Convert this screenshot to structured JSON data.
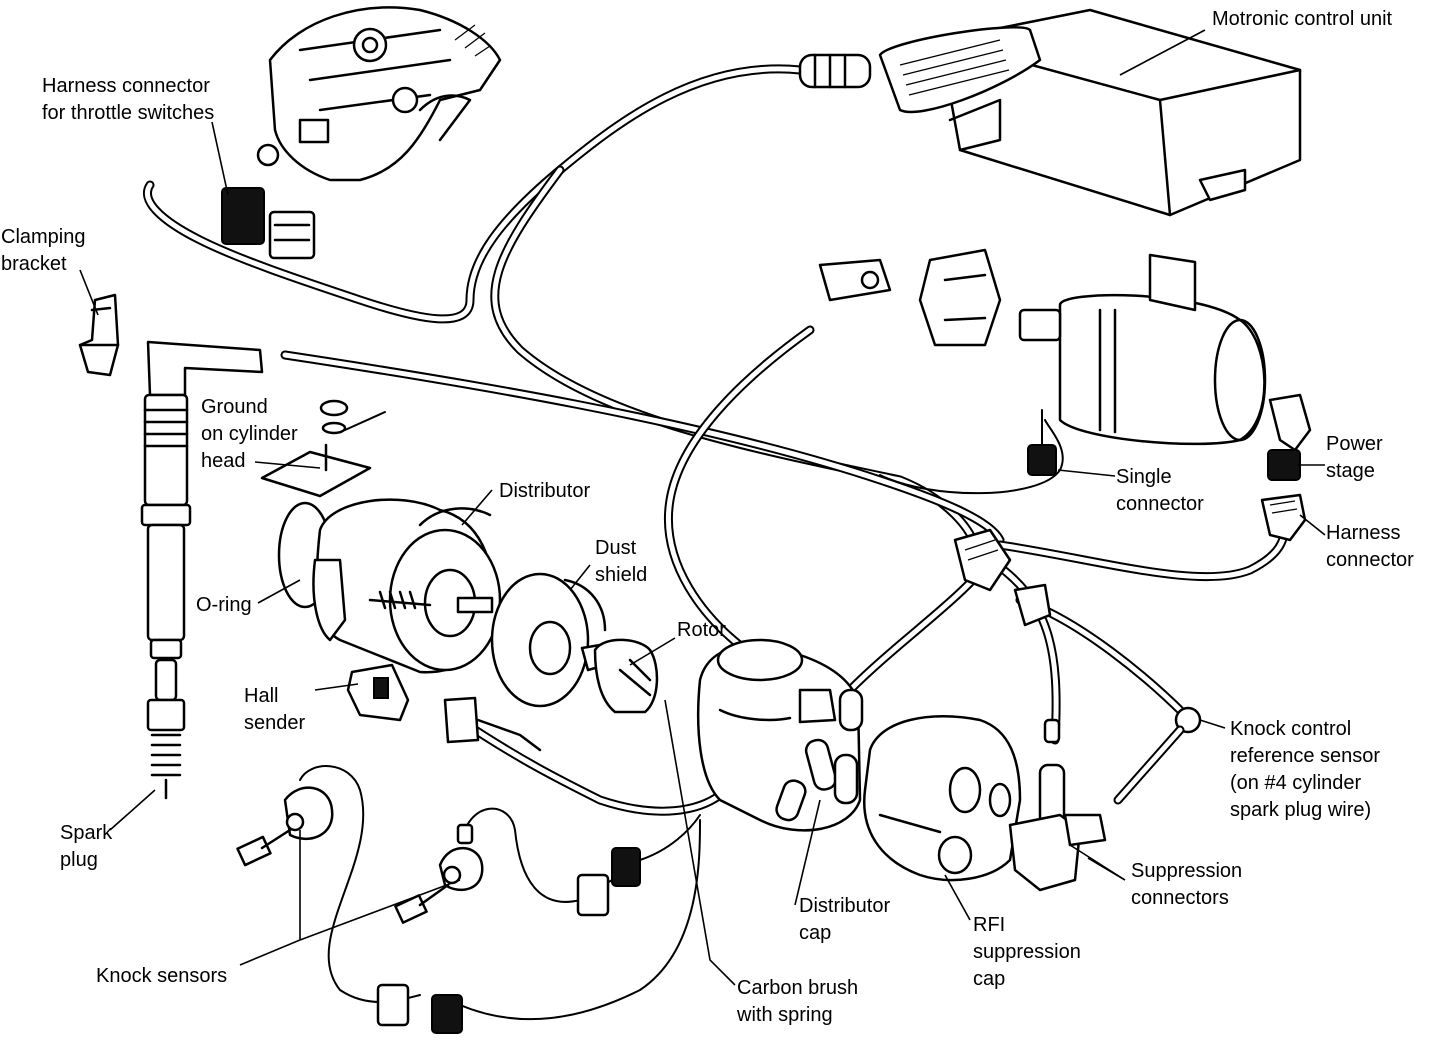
{
  "labels": {
    "motronic": [
      "Motronic control unit"
    ],
    "throttle_harness": [
      "Harness connector",
      "for throttle switches"
    ],
    "clamping": [
      "Clamping",
      "bracket"
    ],
    "ground": [
      "Ground",
      "on cylinder",
      "head"
    ],
    "distributor": [
      "Distributor"
    ],
    "dust_shield": [
      "Dust",
      "shield"
    ],
    "oring": [
      "O-ring"
    ],
    "rotor": [
      "Rotor"
    ],
    "hall": [
      "Hall",
      "sender"
    ],
    "spark_plug": [
      "Spark",
      "plug"
    ],
    "single_conn": [
      "Single",
      "connector"
    ],
    "power_stage": [
      "Power",
      "stage"
    ],
    "harness_conn": [
      "Harness",
      "connector"
    ],
    "knock_ref": [
      "Knock control",
      "reference sensor",
      "(on #4 cylinder",
      "spark plug wire)"
    ],
    "suppression": [
      "Suppression",
      "connectors"
    ],
    "dist_cap": [
      "Distributor",
      "cap"
    ],
    "rfi": [
      "RFI",
      "suppression",
      "cap"
    ],
    "carbon": [
      "Carbon brush",
      "with spring"
    ],
    "knock_sensors": [
      "Knock sensors"
    ]
  }
}
